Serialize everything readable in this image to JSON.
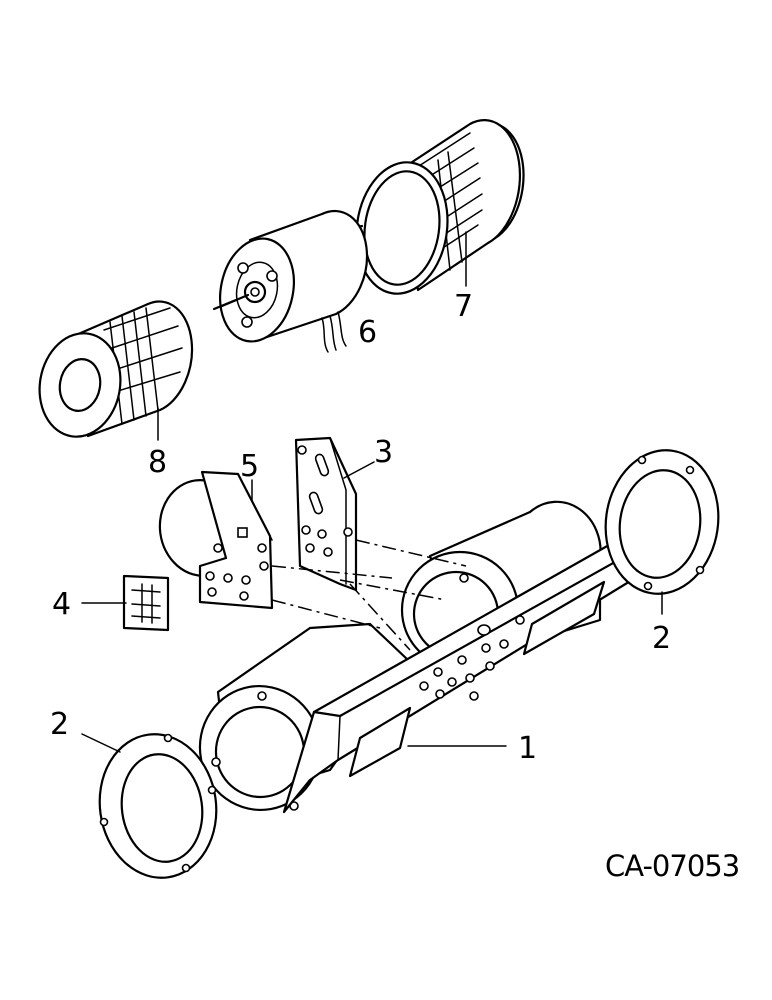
{
  "diagram": {
    "reference_code": "CA-07053",
    "callouts": [
      {
        "id": "housing",
        "label": "1"
      },
      {
        "id": "ring_left",
        "label": "2"
      },
      {
        "id": "ring_right",
        "label": "2"
      },
      {
        "id": "bracket_right",
        "label": "3"
      },
      {
        "id": "resistor",
        "label": "4"
      },
      {
        "id": "bracket_left",
        "label": "5"
      },
      {
        "id": "motor",
        "label": "6"
      },
      {
        "id": "wheel_right",
        "label": "7"
      },
      {
        "id": "wheel_left",
        "label": "8"
      }
    ],
    "parts": [
      "blower-housing",
      "mounting-ring",
      "motor-bracket-right",
      "resistor-board",
      "motor-bracket-left",
      "blower-motor",
      "blower-wheel-right",
      "blower-wheel-left"
    ]
  }
}
